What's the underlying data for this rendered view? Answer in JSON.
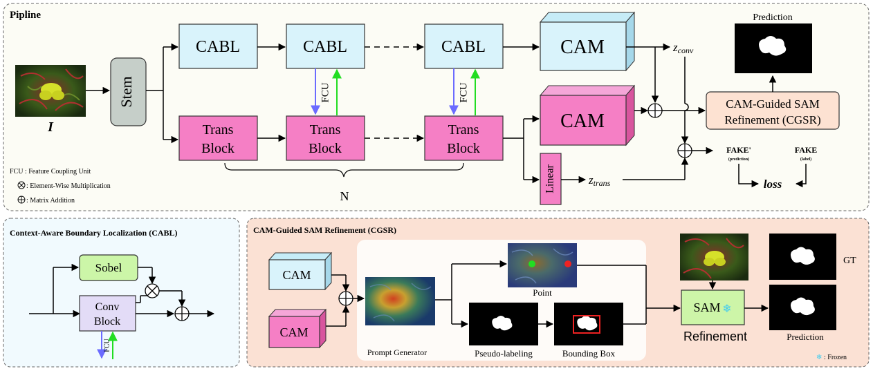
{
  "pipeline": {
    "title": "Pipline",
    "input_label": "I",
    "stem_label": "Stem",
    "cabl_labels": [
      "CABL",
      "CABL",
      "CABL"
    ],
    "cam_label_top": "CAM",
    "cam_label_mid": "CAM",
    "trans_block_line1": "Trans",
    "trans_block_line2": "Block",
    "fcu_label": "FCU",
    "n_label": "N",
    "linear_label": "Linear",
    "z_conv": "z",
    "z_conv_sub": "conv",
    "z_trans": "z",
    "z_trans_sub": "trans",
    "cgsr_line1": "CAM-Guided SAM",
    "cgsr_line2": "Refinement (CGSR)",
    "prediction_label": "Prediction",
    "fake_prime": "FAKE'",
    "fake_prime_sub": "(prediction)",
    "fake": "FAKE",
    "fake_sub": "(label)",
    "loss_label": "loss",
    "legend": {
      "fcu": "FCU : Feature Coupling Unit",
      "mult": ": Element-Wise Multiplication",
      "add": ": Matrix Addition"
    }
  },
  "cabl_panel": {
    "title": "Context-Aware Boundary Localization (CABL)",
    "sobel_label": "Sobel",
    "conv_line1": "Conv",
    "conv_line2": "Block",
    "fcu_label": "FCU"
  },
  "cgsr_panel": {
    "title": "CAM-Guided SAM Refinement (CGSR)",
    "cam_label_1": "CAM",
    "cam_label_2": "CAM",
    "prompt_generator": "Prompt Generator",
    "point_label": "Point",
    "pseudo_label": "Pseudo-labeling",
    "bbox_label": "Bounding Box",
    "sam_label": "SAM",
    "refinement_label": "Refinement",
    "gt_label": "GT",
    "prediction_label": "Prediction",
    "frozen_label": ": Frozen"
  },
  "colors": {
    "cabl_fill": "#d9f3fb",
    "trans_fill": "#f57fc5",
    "stem_fill": "#c6cfc9",
    "cgsr_fill": "#fde2d2",
    "sobel_fill": "#ccf6a8",
    "conv_fill": "#e3dcf7",
    "sam_fill": "#cdf5a8",
    "fcu_down": "#6b6bff",
    "fcu_up": "#22dd22",
    "panel_top_bg": "#fcfcf5",
    "panel_left_bg": "#f1fafe",
    "panel_right_bg": "#fbe1d4"
  },
  "icons": [
    "snowflake-icon",
    "plus-circle-icon",
    "multiply-circle-icon"
  ]
}
